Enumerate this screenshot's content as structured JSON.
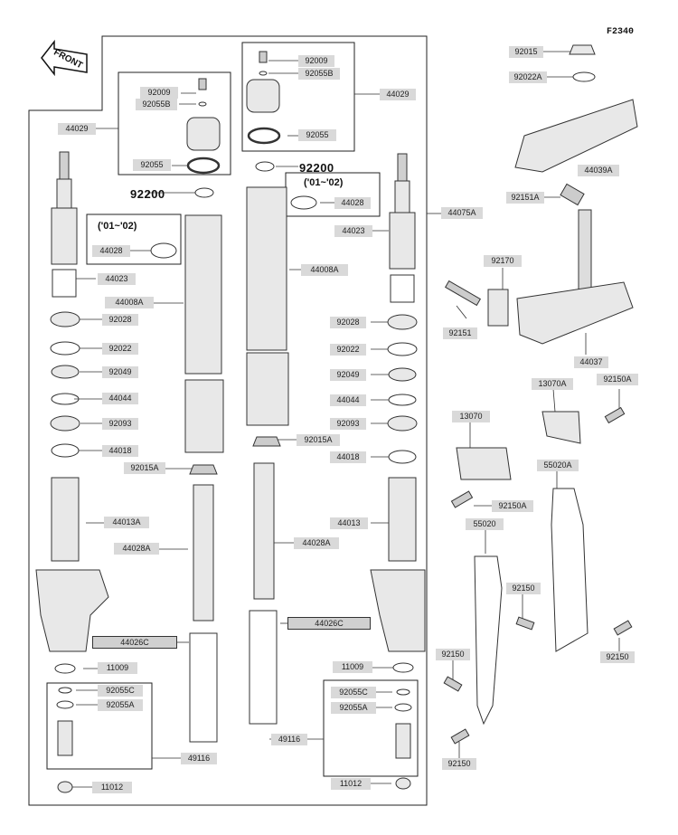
{
  "figure_code": "F2340",
  "front_label": "FRONT",
  "year_note": "('01~'02)",
  "big_labels": {
    "left_92200": "92200",
    "right_92200": "92200"
  },
  "labels": {
    "p92015_top": "92015",
    "p92022A": "92022A",
    "p44039A": "44039A",
    "p92151A": "92151A",
    "p44075A": "44075A",
    "p92170": "92170",
    "p92151": "92151",
    "p44037": "44037",
    "p13070A": "13070A",
    "p92150A_top": "92150A",
    "p13070": "13070",
    "p92150A_mid": "92150A",
    "p55020A": "55020A",
    "p55020": "55020",
    "p92150_a": "92150",
    "p92150_b": "92150",
    "p92150_c": "92150",
    "p92150_d": "92150",
    "l92009": "92009",
    "l92055B": "92055B",
    "l44029": "44029",
    "l92055": "92055",
    "l44028": "44028",
    "l44023": "44023",
    "l44008A": "44008A",
    "l92028": "92028",
    "l92022": "92022",
    "l92049": "92049",
    "l44044": "44044",
    "l92093": "92093",
    "l44018": "44018",
    "l92015A": "92015A",
    "l44013A": "44013A",
    "l44028A": "44028A",
    "l44026C": "44026C",
    "l11009": "11009",
    "l92055C": "92055C",
    "l92055A": "92055A",
    "l49116": "49116",
    "l11012": "11012",
    "r92009": "92009",
    "r92055B": "92055B",
    "r44029": "44029",
    "r92055": "92055",
    "r44028": "44028",
    "r44023": "44023",
    "r44008A": "44008A",
    "r92028": "92028",
    "r92022": "92022",
    "r92049": "92049",
    "r44044": "44044",
    "r92093": "92093",
    "r92015A": "92015A",
    "r44018": "44018",
    "r44013": "44013",
    "r44028A": "44028A",
    "r44026C": "44026C",
    "r11009": "11009",
    "r92055C": "92055C",
    "r92055A": "92055A",
    "r49116": "49116",
    "r11012": "11012"
  }
}
